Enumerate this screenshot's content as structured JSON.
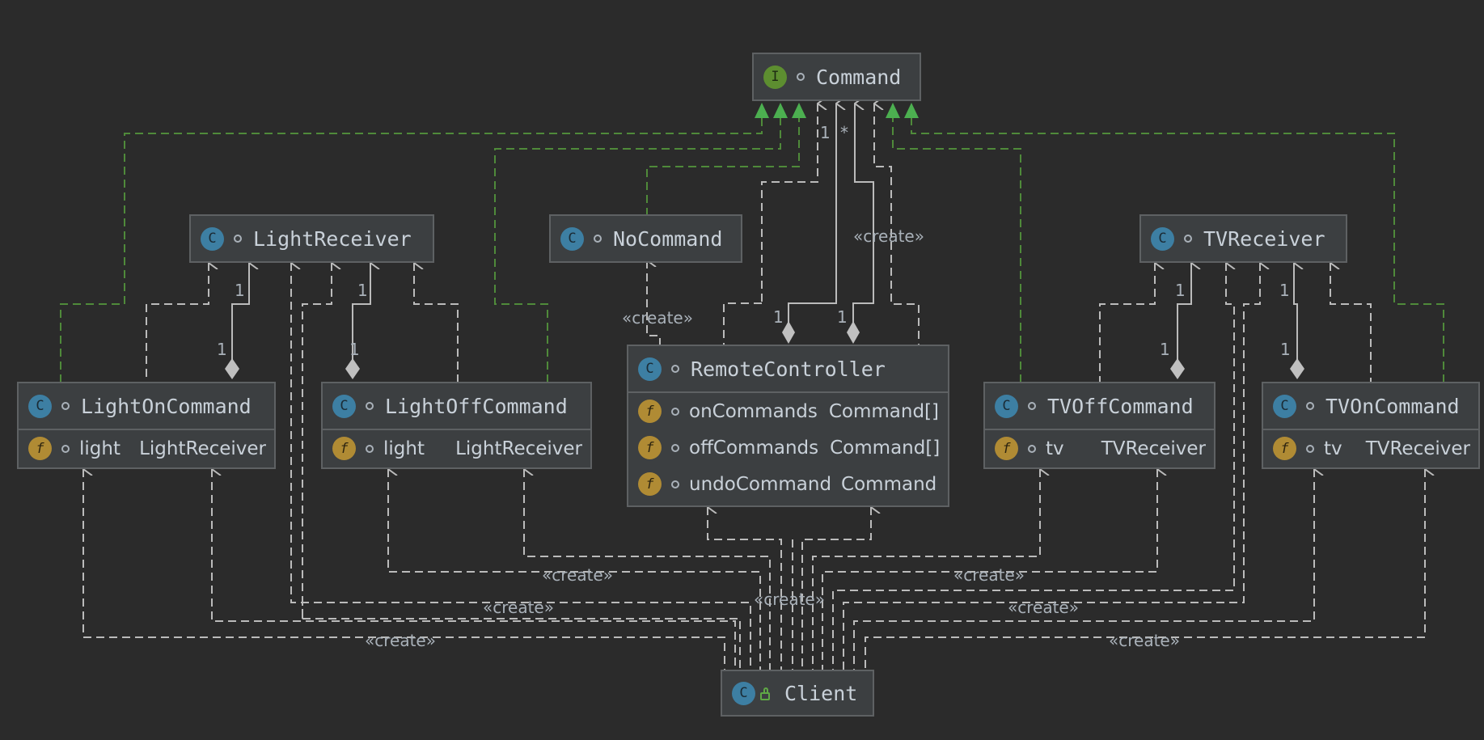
{
  "nodes": {
    "command": {
      "kind": "I",
      "name": "Command"
    },
    "light_receiver": {
      "kind": "C",
      "name": "LightReceiver"
    },
    "no_command": {
      "kind": "C",
      "name": "NoCommand"
    },
    "tv_receiver": {
      "kind": "C",
      "name": "TVReceiver"
    },
    "remote_controller": {
      "kind": "C",
      "name": "RemoteController",
      "fields": [
        {
          "kind": "f",
          "name": "onCommands",
          "type": "Command[]"
        },
        {
          "kind": "f",
          "name": "offCommands",
          "type": "Command[]"
        },
        {
          "kind": "f",
          "name": "undoCommand",
          "type": "Command"
        }
      ]
    },
    "light_on_command": {
      "kind": "C",
      "name": "LightOnCommand",
      "fields": [
        {
          "kind": "f",
          "name": "light",
          "type": "LightReceiver"
        }
      ]
    },
    "light_off_command": {
      "kind": "C",
      "name": "LightOffCommand",
      "fields": [
        {
          "kind": "f",
          "name": "light",
          "type": "LightReceiver"
        }
      ]
    },
    "tv_off_command": {
      "kind": "C",
      "name": "TVOffCommand",
      "fields": [
        {
          "kind": "f",
          "name": "tv",
          "type": "TVReceiver"
        }
      ]
    },
    "tv_on_command": {
      "kind": "C",
      "name": "TVOnCommand",
      "fields": [
        {
          "kind": "f",
          "name": "tv",
          "type": "TVReceiver"
        }
      ]
    },
    "client": {
      "kind": "C",
      "name": "Client"
    }
  },
  "labels": {
    "create": "«create»",
    "one": "1",
    "many": "*"
  },
  "colors": {
    "background": "#2b2b2b",
    "box": "#3c3f41",
    "border": "#5e6163",
    "line": "#bbbbbb",
    "inheritance": "#4caf50"
  }
}
